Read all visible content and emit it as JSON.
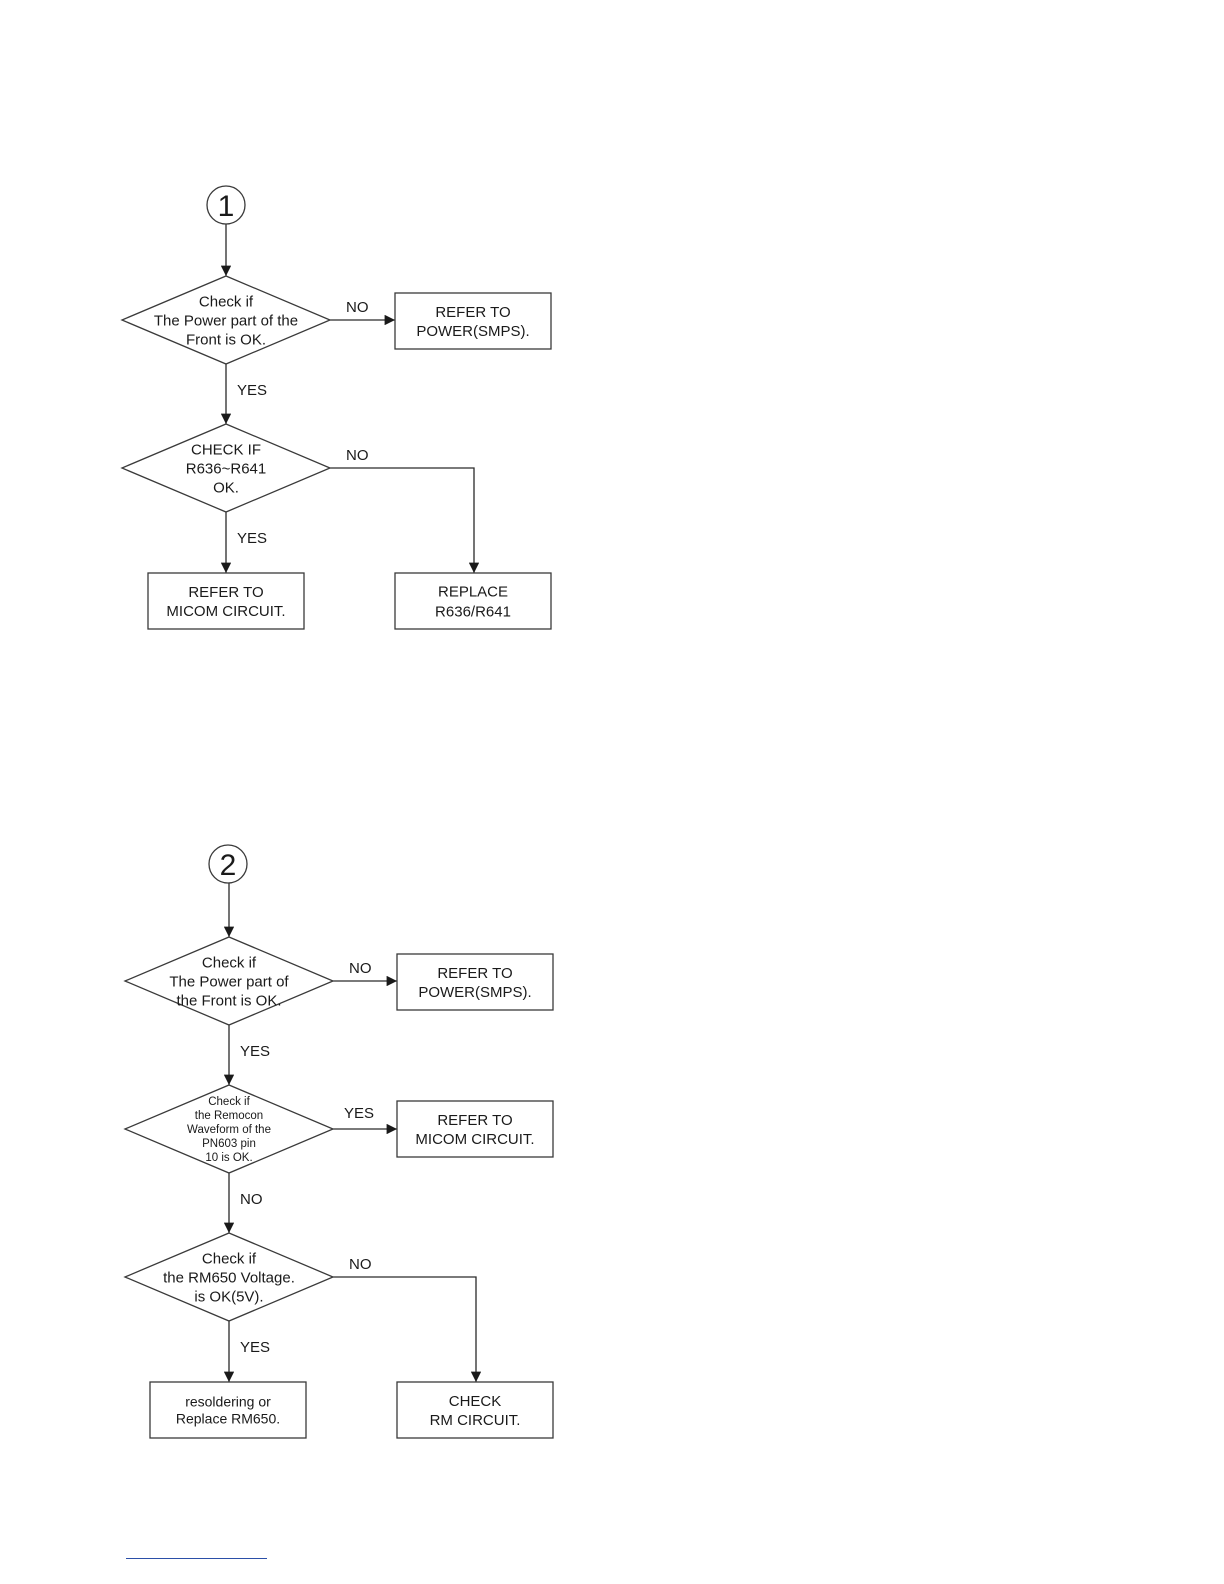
{
  "flowcharts": [
    {
      "start": "1",
      "nodes": [
        {
          "id": "d1",
          "type": "decision",
          "lines": [
            "Check if",
            "The Power part of the",
            "Front is OK."
          ]
        },
        {
          "id": "b1",
          "type": "process",
          "lines": [
            "REFER TO",
            "POWER(SMPS)."
          ]
        },
        {
          "id": "d2",
          "type": "decision",
          "lines": [
            "CHECK IF",
            "R636~R641",
            "OK."
          ]
        },
        {
          "id": "b2",
          "type": "process",
          "lines": [
            "REFER TO",
            "MICOM CIRCUIT."
          ]
        },
        {
          "id": "b3",
          "type": "process",
          "lines": [
            "REPLACE",
            "R636/R641"
          ]
        }
      ],
      "edges": [
        {
          "from": "start",
          "to": "d1",
          "label": ""
        },
        {
          "from": "d1",
          "to": "b1",
          "label": "NO"
        },
        {
          "from": "d1",
          "to": "d2",
          "label": "YES"
        },
        {
          "from": "d2",
          "to": "b3",
          "label": "NO"
        },
        {
          "from": "d2",
          "to": "b2",
          "label": "YES"
        }
      ]
    },
    {
      "start": "2",
      "nodes": [
        {
          "id": "d1",
          "type": "decision",
          "lines": [
            "Check if",
            "The Power part of",
            "the Front is OK."
          ]
        },
        {
          "id": "b1",
          "type": "process",
          "lines": [
            "REFER TO",
            "POWER(SMPS)."
          ]
        },
        {
          "id": "d2",
          "type": "decision",
          "lines": [
            "Check if",
            "the Remocon",
            "Waveform of the",
            "PN603 pin",
            "10 is OK."
          ]
        },
        {
          "id": "b2",
          "type": "process",
          "lines": [
            "REFER TO",
            "MICOM CIRCUIT."
          ]
        },
        {
          "id": "d3",
          "type": "decision",
          "lines": [
            "Check if",
            "the RM650 Voltage.",
            "is OK(5V)."
          ]
        },
        {
          "id": "b3",
          "type": "process",
          "lines": [
            "resoldering or",
            "Replace RM650."
          ]
        },
        {
          "id": "b4",
          "type": "process",
          "lines": [
            "CHECK",
            "RM CIRCUIT."
          ]
        }
      ],
      "edges": [
        {
          "from": "start",
          "to": "d1",
          "label": ""
        },
        {
          "from": "d1",
          "to": "b1",
          "label": "NO"
        },
        {
          "from": "d1",
          "to": "d2",
          "label": "YES"
        },
        {
          "from": "d2",
          "to": "b2",
          "label": "YES"
        },
        {
          "from": "d2",
          "to": "d3",
          "label": "NO"
        },
        {
          "from": "d3",
          "to": "b4",
          "label": "NO"
        },
        {
          "from": "d3",
          "to": "b3",
          "label": "YES"
        }
      ]
    }
  ]
}
